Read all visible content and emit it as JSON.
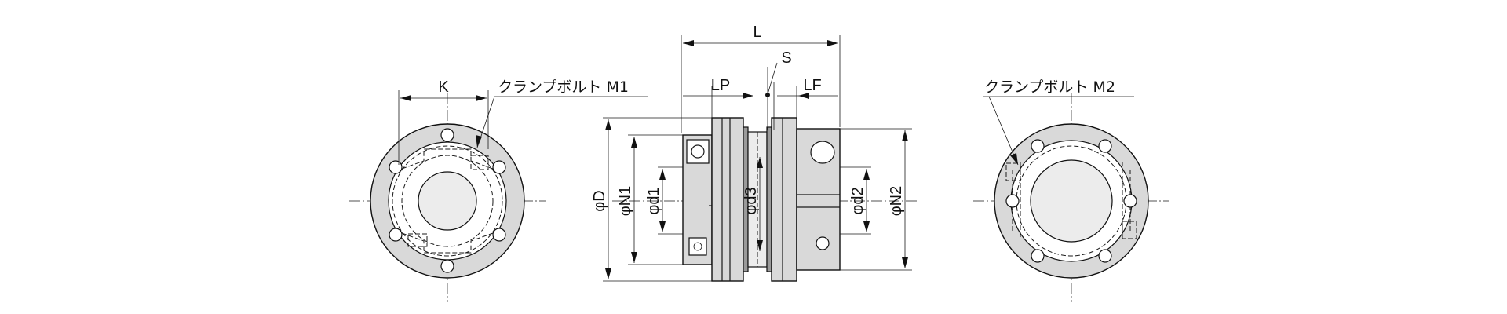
{
  "left_view": {
    "dim_k": "K",
    "callout": "クランプボルト M1"
  },
  "side_view": {
    "dim_l": "L",
    "dim_s": "S",
    "dim_lp": "LP",
    "dim_lf": "LF",
    "dim_d": "φD",
    "dim_n1": "φN1",
    "dim_d1": "φd1",
    "dim_d3": "φd3",
    "dim_d2": "φd2",
    "dim_n2": "φN2"
  },
  "right_view": {
    "callout": "クランプボルト M2"
  }
}
